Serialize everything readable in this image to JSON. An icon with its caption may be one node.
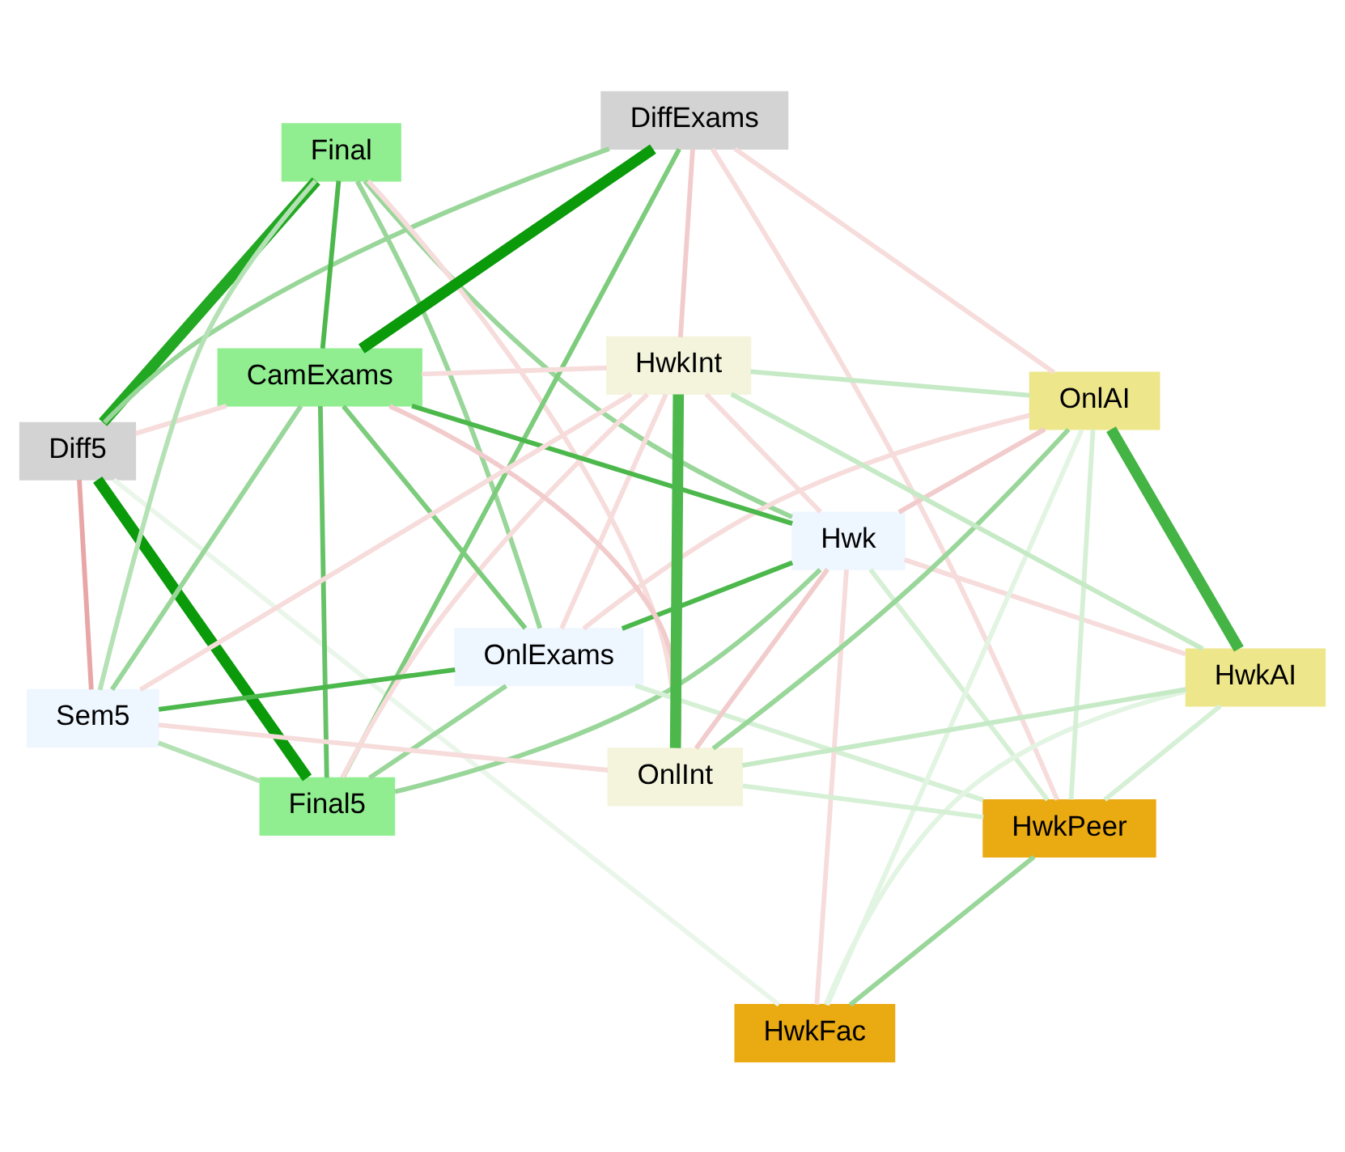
{
  "diagram": {
    "nodes": [
      {
        "text": [
          "Diff5"
        ]
      },
      {
        "text": [
          "Final"
        ]
      },
      {
        "text": [
          "Final5"
        ]
      },
      {
        "text": [
          "DiffExams"
        ]
      },
      {
        "text": [
          "OnlExams"
        ]
      },
      {
        "text": [
          "CamExams"
        ]
      },
      {
        "text": [
          "Sem5"
        ]
      },
      {
        "text": [
          "Hwk"
        ]
      },
      {
        "text": [
          "HwkFac"
        ]
      },
      {
        "text": [
          "HwkPeer"
        ]
      },
      {
        "text": [
          "OnlInt"
        ]
      },
      {
        "text": [
          "HwkInt"
        ]
      },
      {
        "text": [
          "HwkAI"
        ]
      },
      {
        "text": [
          "OnlAI"
        ]
      }
    ],
    "edges": [
      {
        "from": 0,
        "to": 1,
        "arrow": "none",
        "style": "thick",
        "color": "#22a822"
      },
      {
        "from": 0,
        "to": 2,
        "arrow": "none",
        "style": "thick",
        "color": "#0a9a0a"
      },
      {
        "from": 0,
        "to": 3,
        "arrow": "none",
        "color": "#99d699"
      },
      {
        "from": 0,
        "to": 6,
        "arrow": "none",
        "color": "#e8a6a6"
      },
      {
        "from": 0,
        "to": 8,
        "arrow": "none",
        "color": "#eaf6ea"
      },
      {
        "from": 0,
        "to": 5,
        "arrow": "none",
        "color": "#f7dcdc"
      },
      {
        "from": 1,
        "to": 5,
        "arrow": "none",
        "color": "#4cb84c"
      },
      {
        "from": 1,
        "to": 7,
        "arrow": "none",
        "color": "#99d699"
      },
      {
        "from": 1,
        "to": 4,
        "arrow": "none",
        "color": "#99d699"
      },
      {
        "from": 1,
        "to": 6,
        "arrow": "none",
        "color": "#b5e2b5"
      },
      {
        "from": 2,
        "to": 5,
        "arrow": "none",
        "color": "#66c266"
      },
      {
        "from": 2,
        "to": 3,
        "arrow": "none",
        "color": "#7ccc7c"
      },
      {
        "from": 2,
        "to": 4,
        "arrow": "none",
        "color": "#99d699"
      },
      {
        "from": 2,
        "to": 7,
        "arrow": "none",
        "color": "#99d699"
      },
      {
        "from": 2,
        "to": 6,
        "arrow": "none",
        "color": "#b5e2b5"
      },
      {
        "from": 3,
        "to": 5,
        "arrow": "none",
        "style": "thick",
        "color": "#0a9a0a"
      },
      {
        "from": 4,
        "to": 5,
        "arrow": "none",
        "color": "#7ccc7c"
      },
      {
        "from": 4,
        "to": 6,
        "arrow": "none",
        "color": "#4cb84c"
      },
      {
        "from": 4,
        "to": 7,
        "arrow": "none",
        "color": "#4cb84c"
      },
      {
        "from": 5,
        "to": 7,
        "arrow": "none",
        "color": "#4cb84c"
      },
      {
        "from": 5,
        "to": 6,
        "arrow": "none",
        "color": "#99d699"
      },
      {
        "from": 4,
        "to": 9,
        "arrow": "none",
        "color": "#d6f0d6"
      },
      {
        "from": 7,
        "to": 9,
        "arrow": "none",
        "color": "#d6f0d6"
      },
      {
        "from": 8,
        "to": 9,
        "arrow": "none",
        "color": "#99d699"
      },
      {
        "from": 8,
        "to": 12,
        "arrow": "none",
        "color": "#e2f4e2"
      },
      {
        "from": 8,
        "to": 13,
        "arrow": "none",
        "color": "#e2f4e2"
      },
      {
        "from": 9,
        "to": 10,
        "arrow": "none",
        "color": "#d6f0d6"
      },
      {
        "from": 9,
        "to": 12,
        "arrow": "none",
        "color": "#d6f0d6"
      },
      {
        "from": 9,
        "to": 13,
        "arrow": "none",
        "color": "#d6f0d6"
      },
      {
        "from": 10,
        "to": 11,
        "arrow": "none",
        "style": "thick",
        "color": "#4cb84c"
      },
      {
        "from": 10,
        "to": 12,
        "arrow": "none",
        "color": "#c6eac6"
      },
      {
        "from": 10,
        "to": 13,
        "arrow": "none",
        "color": "#99d699"
      },
      {
        "from": 11,
        "to": 12,
        "arrow": "none",
        "color": "#c6eac6"
      },
      {
        "from": 11,
        "to": 13,
        "arrow": "none",
        "color": "#c6eac6"
      },
      {
        "from": 12,
        "to": 13,
        "arrow": "none",
        "style": "thick",
        "color": "#44b444"
      },
      {
        "from": 7,
        "to": 10,
        "arrow": "none",
        "color": "#f2cccc"
      },
      {
        "from": 7,
        "to": 11,
        "arrow": "none",
        "color": "#f7dcdc"
      },
      {
        "from": 7,
        "to": 13,
        "arrow": "none",
        "color": "#f2cccc"
      },
      {
        "from": 7,
        "to": 12,
        "arrow": "none",
        "color": "#f7dcdc"
      },
      {
        "from": 6,
        "to": 11,
        "arrow": "none",
        "color": "#f7dcdc"
      },
      {
        "from": 6,
        "to": 10,
        "arrow": "none",
        "color": "#f7dcdc"
      },
      {
        "from": 5,
        "to": 10,
        "arrow": "none",
        "color": "#f2cccc"
      },
      {
        "from": 5,
        "to": 11,
        "arrow": "none",
        "color": "#f7dcdc"
      },
      {
        "from": 1,
        "to": 10,
        "arrow": "none",
        "color": "#f7dcdc"
      },
      {
        "from": 2,
        "to": 11,
        "arrow": "none",
        "color": "#f7dcdc"
      },
      {
        "from": 3,
        "to": 11,
        "arrow": "none",
        "color": "#f2cccc"
      },
      {
        "from": 3,
        "to": 13,
        "arrow": "none",
        "color": "#f7dcdc"
      },
      {
        "from": 3,
        "to": 9,
        "arrow": "none",
        "color": "#f7dcdc"
      },
      {
        "from": 4,
        "to": 11,
        "arrow": "none",
        "color": "#f7dcdc"
      },
      {
        "from": 4,
        "to": 13,
        "arrow": "none",
        "color": "#f7dcdc"
      },
      {
        "from": 8,
        "to": 7,
        "arrow": "none",
        "color": "#f7dcdc"
      }
    ]
  }
}
